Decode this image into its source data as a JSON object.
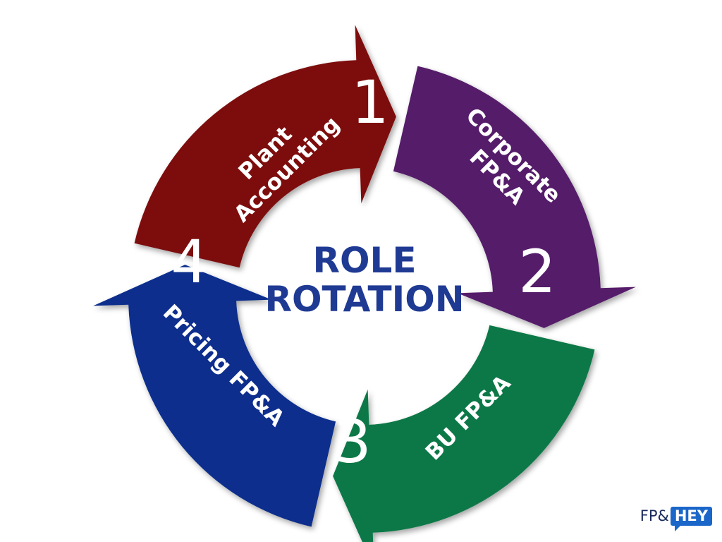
{
  "diagram": {
    "center": {
      "line1": "ROLE",
      "line2": "ROTATION"
    },
    "segments": [
      {
        "number": "1",
        "label_lines": [
          "Plant",
          "Accounting"
        ],
        "color": "#7d0a0a"
      },
      {
        "number": "2",
        "label_lines": [
          "Corporate",
          "FP&A"
        ],
        "color": "#551b6b"
      },
      {
        "number": "3",
        "label_lines": [
          "BU FP&A"
        ],
        "color": "#087846"
      },
      {
        "number": "4",
        "label_lines": [
          "Pricing FP&A"
        ],
        "color": "#072e8c"
      }
    ],
    "center_text_color": "#1f3a93"
  },
  "logo": {
    "prefix": "FP&",
    "highlight": "HEY",
    "highlight_color": "#1b66c9"
  }
}
